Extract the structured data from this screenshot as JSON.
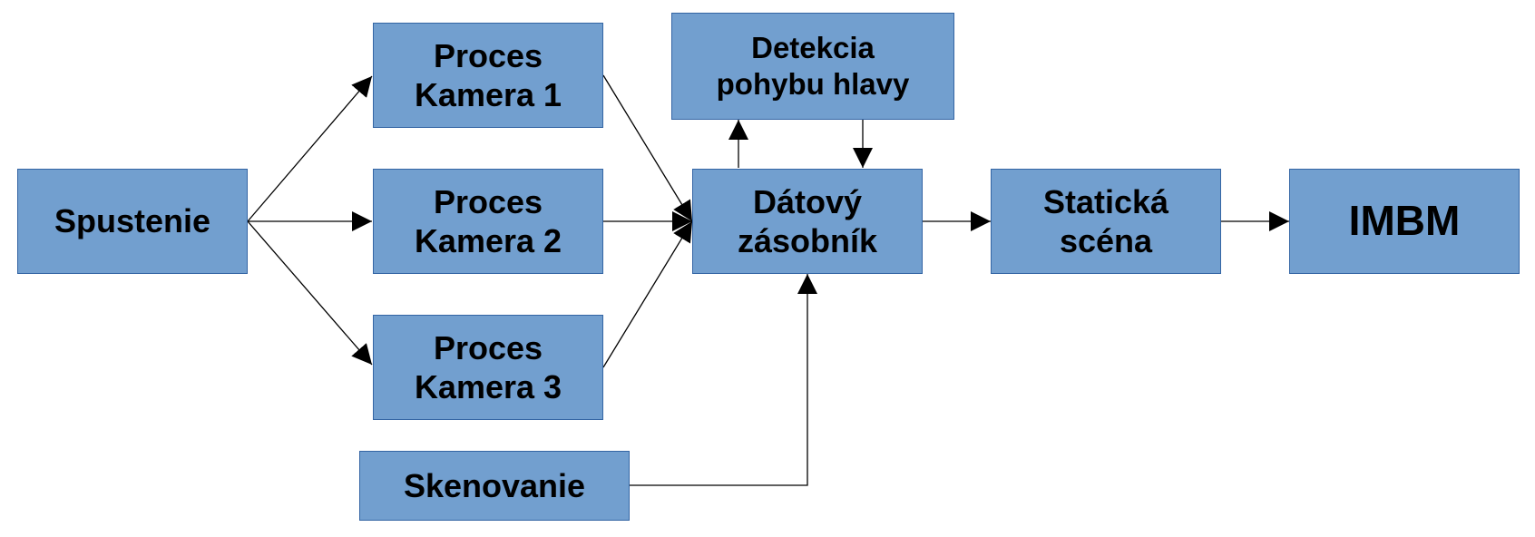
{
  "nodes": {
    "spustenie": "Spustenie",
    "kamera1": "Proces Kamera 1",
    "kamera2": "Proces Kamera 2",
    "kamera3": "Proces Kamera 3",
    "skenovanie": "Skenovanie",
    "detekcia": "Detekcia pohybu hlavy",
    "zasobnik": "Dátový zásobník",
    "staticka": "Statická scéna",
    "imbm": "IMBM"
  },
  "edges": [
    {
      "from": "spustenie",
      "to": "kamera1"
    },
    {
      "from": "spustenie",
      "to": "kamera2"
    },
    {
      "from": "spustenie",
      "to": "kamera3"
    },
    {
      "from": "kamera1",
      "to": "zasobnik"
    },
    {
      "from": "kamera2",
      "to": "zasobnik"
    },
    {
      "from": "kamera3",
      "to": "zasobnik"
    },
    {
      "from": "zasobnik",
      "to": "detekcia"
    },
    {
      "from": "detekcia",
      "to": "zasobnik"
    },
    {
      "from": "skenovanie",
      "to": "zasobnik"
    },
    {
      "from": "zasobnik",
      "to": "staticka"
    },
    {
      "from": "staticka",
      "to": "imbm"
    }
  ],
  "colors": {
    "box_fill": "#729fcf",
    "box_border": "#3465a4",
    "line": "#000000"
  }
}
